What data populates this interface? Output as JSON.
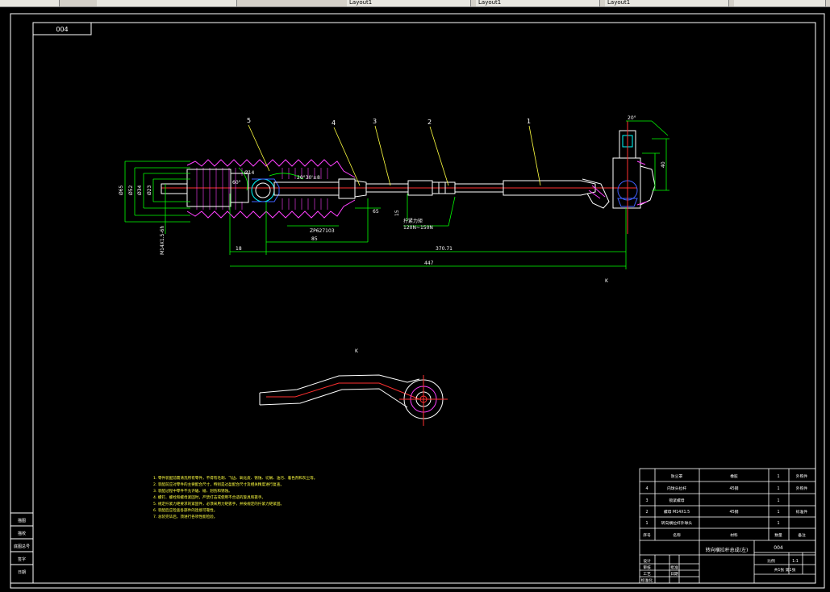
{
  "window": {
    "tabs": [
      {
        "label": "Layout1"
      },
      {
        "label": "Layout1"
      },
      {
        "label": "Layout1"
      }
    ]
  },
  "drawing": {
    "frame_label": "004",
    "callouts": [
      "5",
      "4",
      "3",
      "2",
      "1"
    ],
    "dims": {
      "d65": "Ø65",
      "d52": "Ø52",
      "d34": "Ø34",
      "d23": "Ø23",
      "thread": "M14X1.5-6h",
      "d14": "Ø14",
      "angle60": "60°",
      "angle20": "20°",
      "angle_top": "20°30'±8",
      "spec1": "ZP627103",
      "spec2": "120N~150N",
      "torque": "拧紧力矩",
      "d18": "18",
      "d85": "85",
      "d3707": "370.71",
      "d447": "447",
      "d65b": "65",
      "d40": "40",
      "d15": "15",
      "view_k1": "K",
      "view_k2": "K"
    },
    "notes": [
      "1. 零件装配前需清洗所有零件，不得有毛刺、飞边、氧化皮、锈蚀、切屑、油污、着色剂和灰尘等。",
      "2. 装配前应对零件的主要配合尺寸，特别是过盈配合尺寸及相关精度进行复查。",
      "3. 装配过程中零件不允许磕、碰、划伤和锈蚀。",
      "4. 螺钉、螺栓和螺母紧固时，严禁打击或使用不合适的旋具和扳手。",
      "5. 规定拧紧力矩要求的紧固件，必须采用力矩扳手，并按规定的拧紧力矩紧固。",
      "6. 装配后应检查各部件的连接可靠性。",
      "7. 总装完毕后，须进行各项性能检验。"
    ]
  },
  "title_block": {
    "rows": [
      {
        "no": "5",
        "name": "防尘罩",
        "material": "橡胶",
        "qty": "1",
        "note": "外购件"
      },
      {
        "no": "4",
        "name": "内球头拉杆",
        "material": "45钢",
        "qty": "1",
        "note": "外购件"
      },
      {
        "no": "3",
        "name": "锁紧螺母",
        "material": "",
        "qty": "1",
        "note": ""
      },
      {
        "no": "2",
        "name": "螺母 M14X1.5",
        "material": "45钢",
        "qty": "1",
        "note": "标准件"
      },
      {
        "no": "1",
        "name": "转向横拉杆外球头",
        "material": "",
        "qty": "1",
        "note": ""
      }
    ],
    "header": {
      "no": "序号",
      "name": "名称",
      "material": "材料",
      "qty": "数量",
      "note": "备注"
    },
    "drawing_no": "004",
    "title": "转向横拉杆总成(左)",
    "scale_label": "比例",
    "scale": "1:1",
    "sheet": "共1张 第1张",
    "roles": [
      "设计",
      "审核",
      "工艺",
      "标准化",
      "批准",
      "日期"
    ],
    "left_strip": [
      "描图",
      "描校",
      "底图总号",
      "签字",
      "日期"
    ]
  }
}
